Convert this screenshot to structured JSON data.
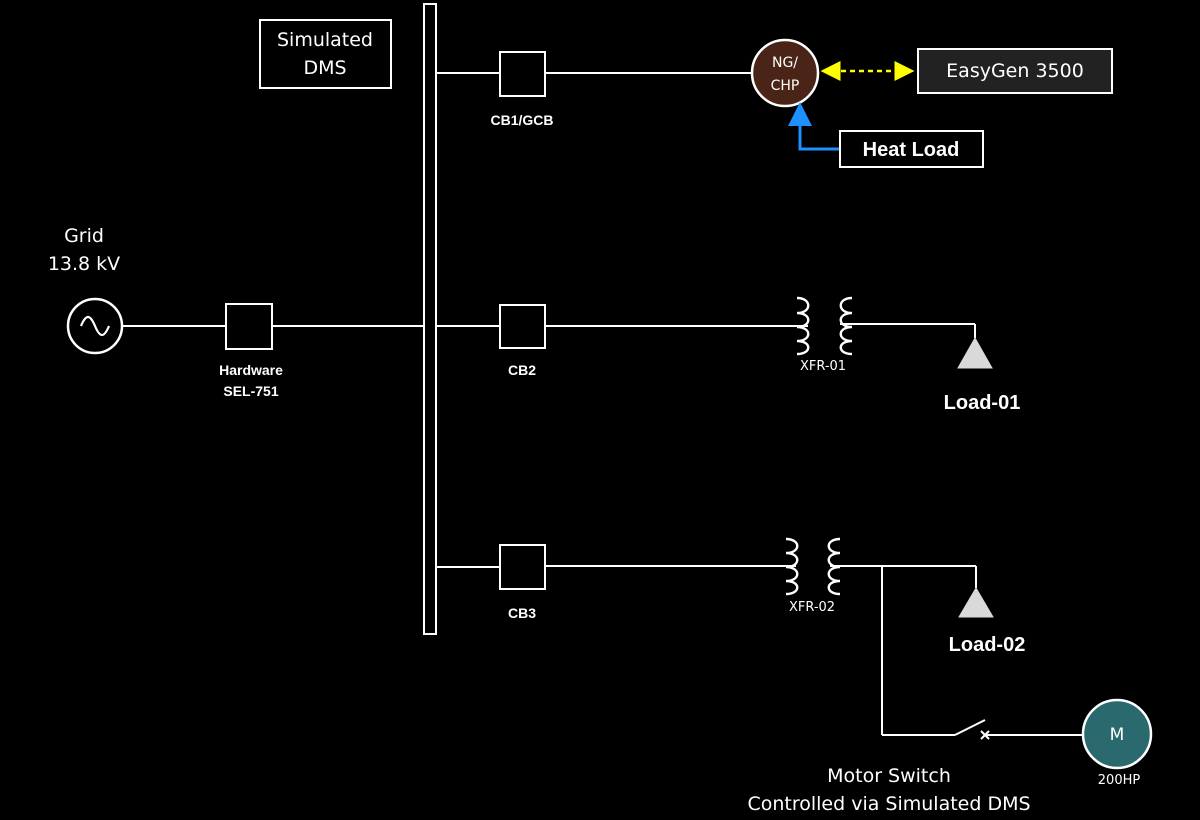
{
  "dms_box": {
    "line1": "Simulated",
    "line2": "DMS"
  },
  "grid": {
    "line1": "Grid",
    "line2": "13.8 kV"
  },
  "breakers": {
    "hardware": {
      "line1": "Hardware",
      "line2": "SEL-751"
    },
    "cb1": "CB1/GCB",
    "cb2": "CB2",
    "cb3": "CB3"
  },
  "generator": {
    "line1": "NG/",
    "line2": "CHP"
  },
  "controller": "EasyGen 3500",
  "heat_load": "Heat Load",
  "transformers": {
    "xfr1": "XFR-01",
    "xfr2": "XFR-02"
  },
  "loads": {
    "load1": "Load-01",
    "load2": "Load-02"
  },
  "motor": {
    "symbol": "M",
    "rating": "200HP"
  },
  "motor_switch": {
    "line1": "Motor Switch",
    "line2": "Controlled via Simulated DMS"
  },
  "colors": {
    "background": "#000000",
    "generator_fill": "#4a2416",
    "motor_fill": "#2a6a6e",
    "controller_fill": "#222222",
    "heat_arrow": "#1e90ff",
    "comm_arrow": "#ffff00",
    "load_triangle": "#d9d9d9"
  }
}
